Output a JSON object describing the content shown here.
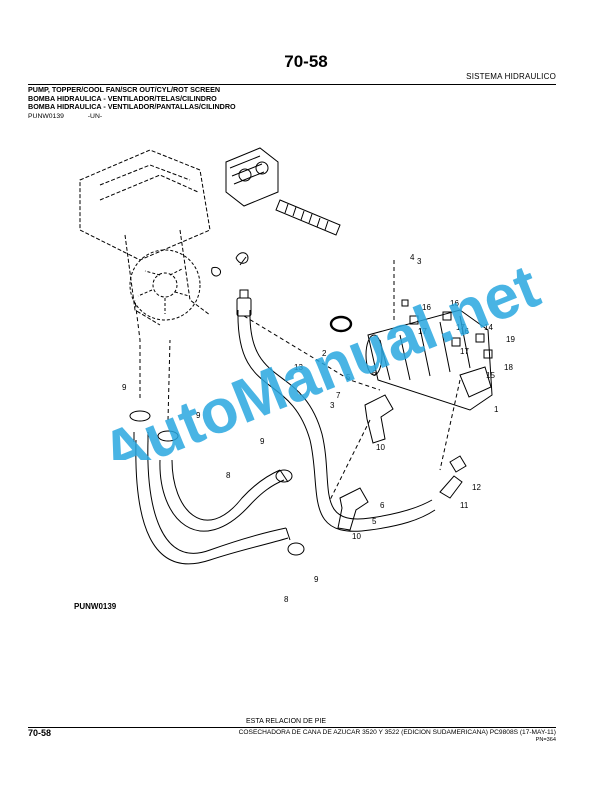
{
  "header": {
    "page_number": "70-58",
    "section": "SISTEMA HIDRAULICO"
  },
  "titles": [
    "PUMP, TOPPER/COOL FAN/SCR OUT/CYL/ROT SCREEN",
    "BOMBA HIDRAULICA - VENTILADOR/TELAS/CILINDRO",
    "BOMBA HIDRAULICA - VENTILADOR/PANTALLAS/CILINDRO"
  ],
  "reference": {
    "figure_id": "PUNW0139",
    "code": "-UN-"
  },
  "figure": {
    "label": "PUNW0139",
    "callouts": {
      "c1": "1",
      "c2": "2",
      "c3": "3",
      "c4": "4",
      "c5a": "5",
      "c5b": "5",
      "c6a": "6",
      "c6b": "6",
      "c7": "7",
      "c8a": "8",
      "c8b": "8",
      "c9a": "9",
      "c9b": "9",
      "c9c": "9",
      "c9d": "9",
      "c10a": "10",
      "c10b": "10",
      "c11": "11",
      "c12": "12",
      "c13": "13",
      "c14": "14",
      "c15": "15",
      "c16a": "16",
      "c16b": "16",
      "c16c": "16",
      "c17a": "17",
      "c17b": "17",
      "c17c": "17",
      "c18": "18",
      "c19": "19",
      "c3b": "3"
    }
  },
  "watermark": {
    "text": "AutoManual.net",
    "color": "#29a7df"
  },
  "footer": {
    "center": "ESTA RELACION DE PIE",
    "page_number": "70-58",
    "document": "COSECHADORA DE CANA DE AZUCAR 3520 Y 3522 (EDICION SUDAMERICANA)   PC9808S   (17-MAY-11)",
    "pn": "PN=364"
  }
}
